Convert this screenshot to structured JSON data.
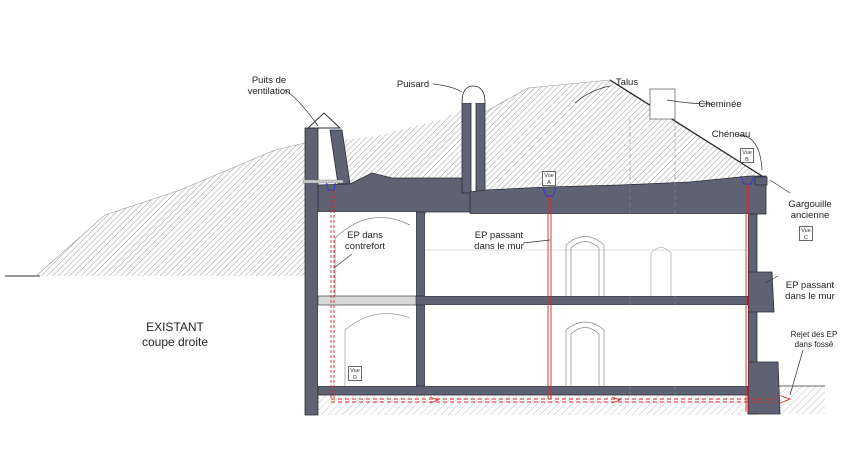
{
  "title": {
    "line1": "EXISTANT",
    "line2": "coupe droite"
  },
  "labels": {
    "puits": [
      "Puits de",
      "ventilation"
    ],
    "puisard": "Puisard",
    "talus": "Talus",
    "cheminee": "Cheminée",
    "cheneau": "Chéneau",
    "gargouille": [
      "Gargouille",
      "ancienne"
    ],
    "ep_contrefort": [
      "EP dans",
      "contrefort"
    ],
    "ep_mur_center": [
      "EP passant",
      "dans le mur"
    ],
    "ep_mur_right": [
      "EP passant",
      "dans le mur"
    ],
    "rejet": [
      "Rejet des EP",
      "dans fossé"
    ]
  },
  "views": {
    "a": [
      "Vue",
      "A"
    ],
    "b": [
      "Vue",
      "B"
    ],
    "c": [
      "Vue",
      "C"
    ],
    "d": [
      "Vue",
      "D"
    ]
  },
  "colors": {
    "structure": "#5f6273",
    "structure_edge": "#2a2c38",
    "fill_hatch": "#8c8c8c",
    "pipe": "#d62a2a",
    "gutter": "#3a3fc0",
    "lines": "#888888"
  }
}
